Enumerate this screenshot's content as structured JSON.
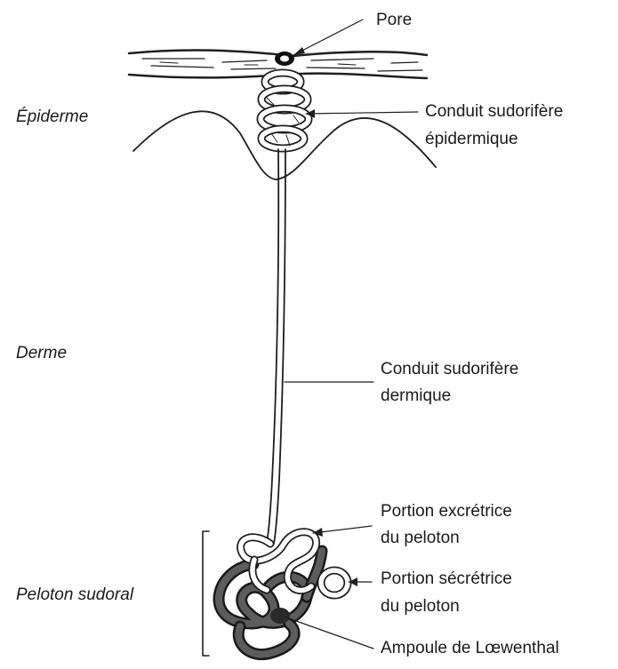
{
  "regions": {
    "epiderme": "Épiderme",
    "derme": "Derme",
    "peloton": "Peloton sudoral"
  },
  "labels": {
    "pore": "Pore",
    "conduit_epi_1": "Conduit sudorifère",
    "conduit_epi_2": "épidermique",
    "conduit_derm_1": "Conduit sudorifère",
    "conduit_derm_2": "dermique",
    "excretrice_1": "Portion excrétrice",
    "excretrice_2": "du peloton",
    "secretrice_1": "Portion sécrétrice",
    "secretrice_2": "du peloton",
    "ampoule": "Ampoule de Lœwenthal"
  }
}
